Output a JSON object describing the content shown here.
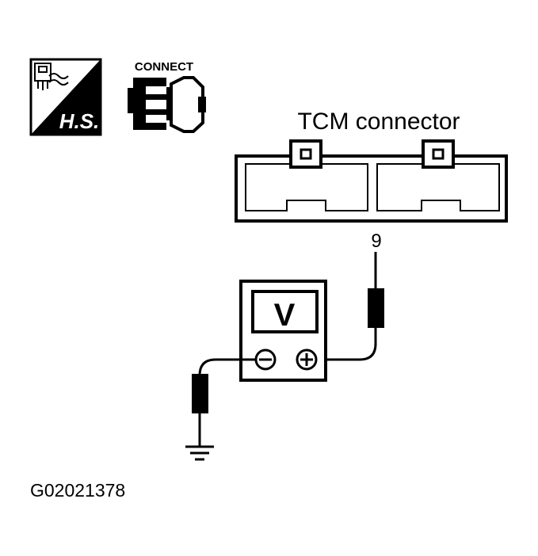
{
  "icons": {
    "hs_label": "H.S.",
    "connect_label": "CONNECT"
  },
  "connector": {
    "title": "TCM connector",
    "pin_label": "9"
  },
  "meter": {
    "display": "V"
  },
  "figure_id": "G02021378"
}
